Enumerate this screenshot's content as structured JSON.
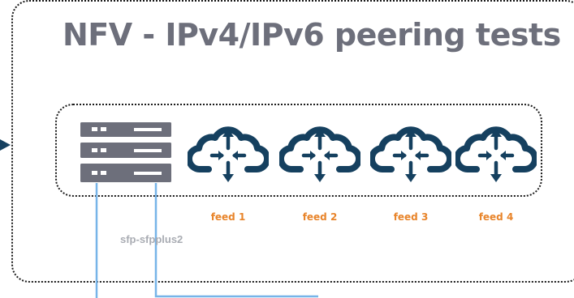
{
  "title": "NFV - IPv4/IPv6 peering tests",
  "feeds": [
    {
      "label": "feed 1"
    },
    {
      "label": "feed 2"
    },
    {
      "label": "feed 3"
    },
    {
      "label": "feed 4"
    }
  ],
  "port_label": "sfp-sfpplus2",
  "icons": {
    "server": "server-rack-icon",
    "feed": "cloud-router-icon",
    "link_arrow": "arrowhead-icon"
  },
  "colors": {
    "title": "#6d6f7b",
    "feed_label": "#e8842a",
    "port_label": "#a9acb3",
    "server": "#6d6f7b",
    "cloud": "#15405f",
    "link": "#77b4e8",
    "border": "#1b1b1b"
  }
}
